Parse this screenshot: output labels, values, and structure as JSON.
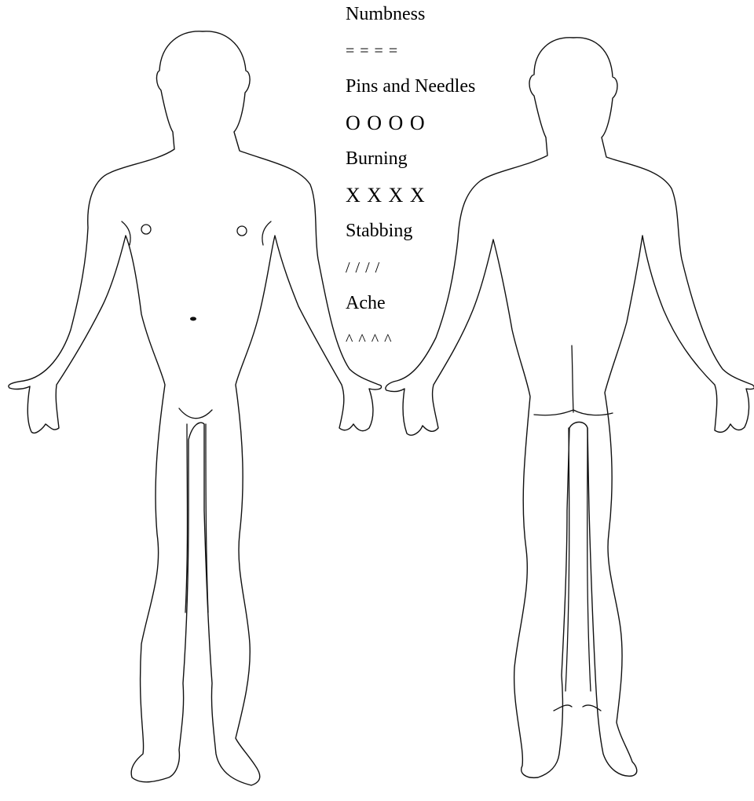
{
  "legend": {
    "items": [
      {
        "label": "Numbness",
        "symbol": "= = = ="
      },
      {
        "label": "Pins and Needles",
        "symbol": "O O O O"
      },
      {
        "label": "Burning",
        "symbol": "X X X X"
      },
      {
        "label": "Stabbing",
        "symbol": "/ / / /"
      },
      {
        "label": "Ache",
        "symbol": "^ ^ ^ ^"
      }
    ]
  },
  "colors": {
    "line": "#111111",
    "background": "#ffffff"
  },
  "figures": {
    "front": "front-body-view",
    "back": "back-body-view"
  }
}
